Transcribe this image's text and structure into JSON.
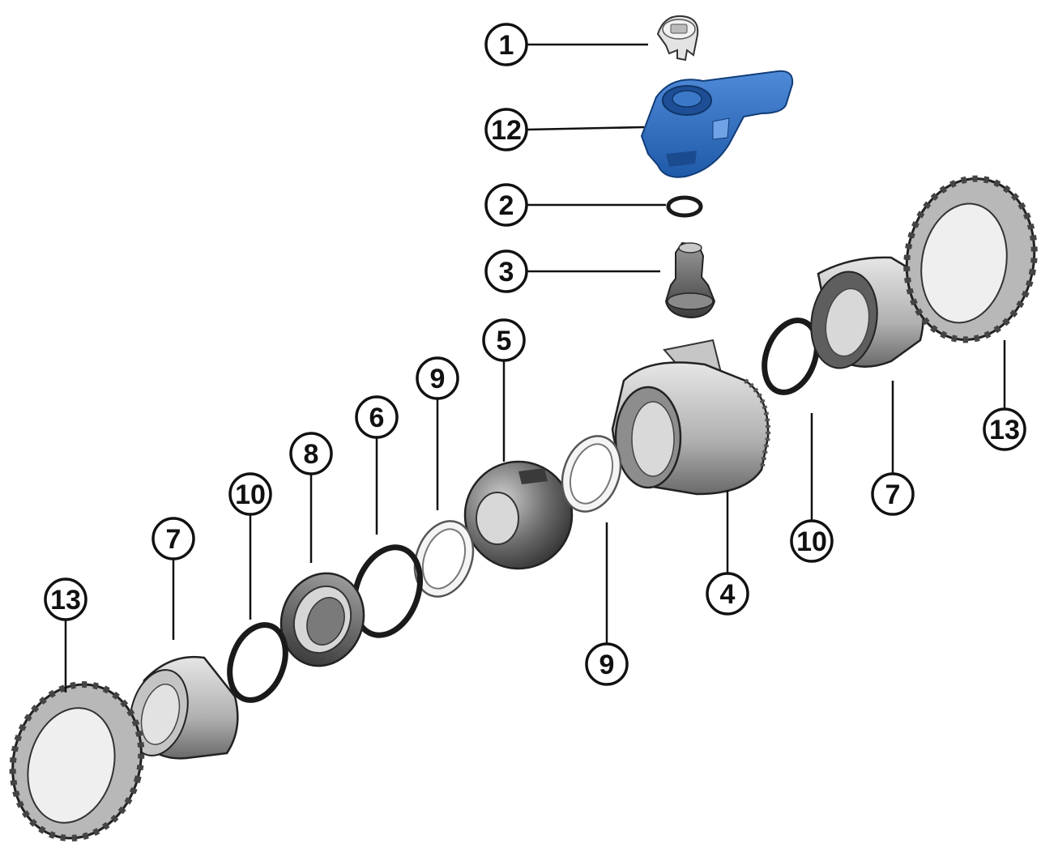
{
  "colors": {
    "handle": "#2f6fc4",
    "handle_dark": "#1e4f96",
    "part_light": "#d6d6d6",
    "part_mid": "#9a9a9a",
    "part_dark": "#4a4a4a",
    "outline": "#222222",
    "oring": "#1a1a1a"
  },
  "callouts": [
    {
      "id": "c1",
      "number": "1"
    },
    {
      "id": "c12",
      "number": "12"
    },
    {
      "id": "c2",
      "number": "2"
    },
    {
      "id": "c3",
      "number": "3"
    },
    {
      "id": "c5",
      "number": "5"
    },
    {
      "id": "c9a",
      "number": "9"
    },
    {
      "id": "c6",
      "number": "6"
    },
    {
      "id": "c8",
      "number": "8"
    },
    {
      "id": "c10a",
      "number": "10"
    },
    {
      "id": "c7a",
      "number": "7"
    },
    {
      "id": "c13a",
      "number": "13"
    },
    {
      "id": "c4",
      "number": "4"
    },
    {
      "id": "c9b",
      "number": "9"
    },
    {
      "id": "c10b",
      "number": "10"
    },
    {
      "id": "c7b",
      "number": "7"
    },
    {
      "id": "c13b",
      "number": "13"
    }
  ]
}
